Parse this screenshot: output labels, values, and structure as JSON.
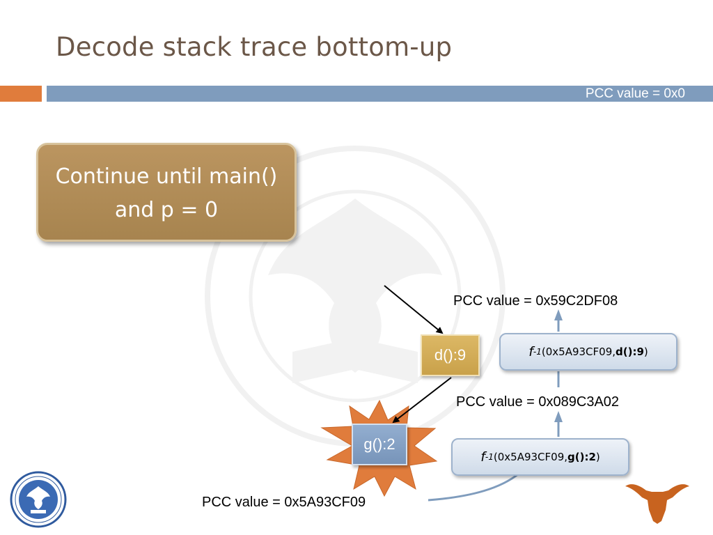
{
  "title": "Decode stack trace bottom-up",
  "header_pcc": "PCC value = 0x0",
  "callout": {
    "line1": "Continue until main()",
    "line2": "and p = 0"
  },
  "frames": {
    "d": "d():9",
    "g": "g():2"
  },
  "pcc_labels": {
    "top": "PCC value = 0x59C2DF08",
    "middle": "PCC value = 0x089C3A02",
    "bottom": "PCC value = 0x5A93CF09"
  },
  "formula_top": {
    "f": "f",
    "exp": "-1",
    "open": "(",
    "arg": "0x5A93CF09, ",
    "frame": "d():9",
    "close": ")"
  },
  "formula_bottom": {
    "f": "f",
    "exp": "-1",
    "open": "(",
    "arg": "0x5A93CF09, ",
    "frame": "g():2",
    "close": ")"
  },
  "colors": {
    "title": "#6b5748",
    "accent_orange": "#e07c3c",
    "accent_blue": "#7f9cbd",
    "callout": "#b08a55",
    "frame_d": "#d1ac57",
    "frame_g": "#8aa5c8",
    "burst": "#e07c3c"
  },
  "icons": {
    "seal": "university-seal-icon",
    "logo": "longhorn-logo-icon",
    "burst": "starburst-icon"
  }
}
